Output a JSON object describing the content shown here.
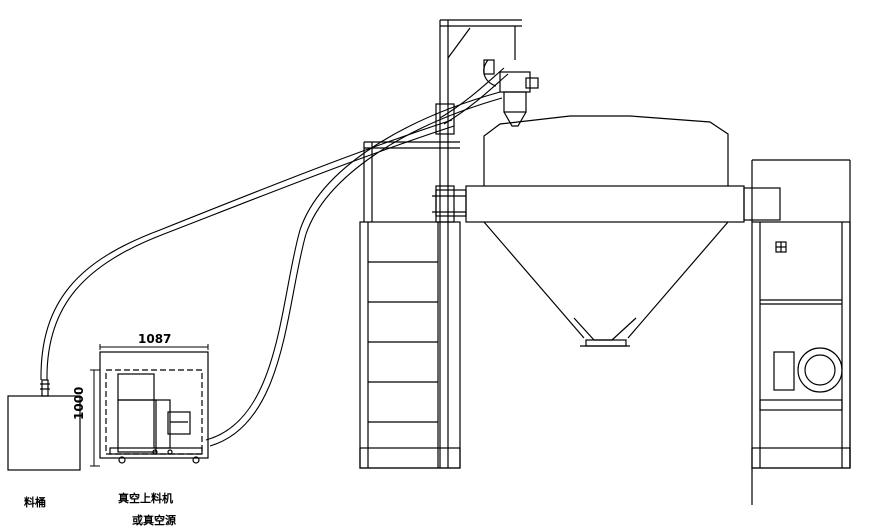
{
  "labels": {
    "hopper": "料桶",
    "loader_line1": "真空上料机",
    "loader_line2": "或真空源"
  },
  "dimensions": {
    "width": "1087",
    "height": "1000"
  },
  "colors": {
    "line": "#000000",
    "background": "#ffffff"
  }
}
